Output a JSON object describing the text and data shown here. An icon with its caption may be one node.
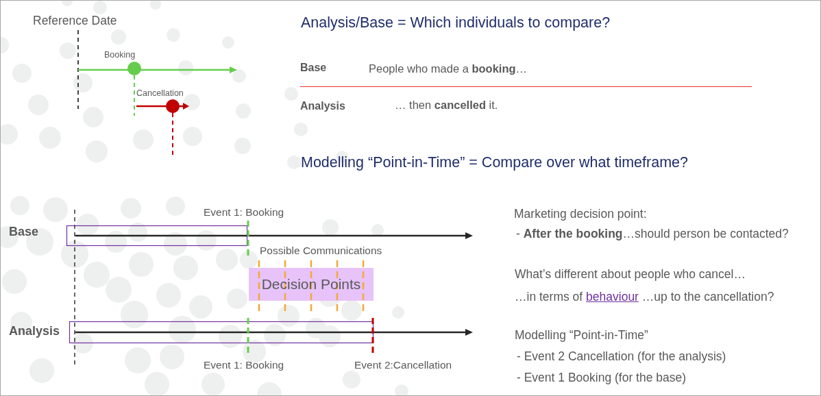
{
  "diagram": {
    "nodes": [
      {
        "text": [
          "Decision Points"
        ]
      }
    ],
    "labels": [
      "Reference Date",
      "Analysis/Base = Which individuals to compare?",
      "Booking",
      "Base",
      "People who made a **booking**…",
      "Cancellation",
      "Analysis",
      "… then **cancelled** it.",
      "Modelling “Point-in-Time” = Compare over what timeframe?",
      "Event 1: Booking",
      "Marketing decision point:",
      "Base",
      "- **After the booking**…should person be contacted?",
      "Possible Communications",
      "What’s different about people who cancel…",
      "…in terms of",
      "behaviour",
      "…up to the cancellation?",
      "Analysis",
      "Modelling “Point-in-Time”",
      "- Event 2 Cancellation (for the analysis)",
      "Event 1: Booking",
      "Event 2:Cancellation",
      "- Event 1 Booking (for the base)"
    ]
  }
}
